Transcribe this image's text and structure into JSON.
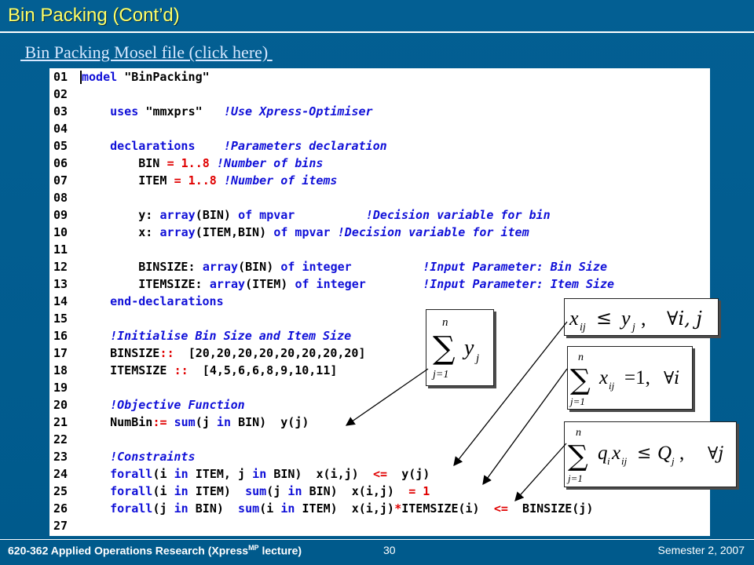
{
  "slide": {
    "title": "Bin Packing (Cont’d)",
    "link_text": " Bin Packing Mosel file (click here) "
  },
  "code": {
    "lines": [
      {
        "n": "01",
        "segs": [
          {
            "t": "model",
            "c": "kw"
          },
          {
            "t": " \"BinPacking\"",
            "c": "tx"
          }
        ]
      },
      {
        "n": "02",
        "segs": []
      },
      {
        "n": "03",
        "segs": [
          {
            "t": "    uses",
            "c": "kw"
          },
          {
            "t": " \"mmxprs\"",
            "c": "tx"
          },
          {
            "t": "   !Use Xpress-Optimiser",
            "c": "cm"
          }
        ]
      },
      {
        "n": "04",
        "segs": []
      },
      {
        "n": "05",
        "segs": [
          {
            "t": "    declarations",
            "c": "kw"
          },
          {
            "t": "    !Parameters declaration",
            "c": "cm"
          }
        ]
      },
      {
        "n": "06",
        "segs": [
          {
            "t": "        BIN",
            "c": "tx"
          },
          {
            "t": " = 1..8",
            "c": "op"
          },
          {
            "t": " !Number of bins",
            "c": "cm"
          }
        ]
      },
      {
        "n": "07",
        "segs": [
          {
            "t": "        ITEM",
            "c": "tx"
          },
          {
            "t": " = 1..8",
            "c": "op"
          },
          {
            "t": " !Number of items",
            "c": "cm"
          }
        ]
      },
      {
        "n": "08",
        "segs": []
      },
      {
        "n": "09",
        "segs": [
          {
            "t": "        y:",
            "c": "tx"
          },
          {
            "t": " array",
            "c": "kw"
          },
          {
            "t": "(BIN)",
            "c": "tx"
          },
          {
            "t": " of mpvar",
            "c": "kw"
          },
          {
            "t": "          !Decision variable for bin",
            "c": "cm"
          }
        ]
      },
      {
        "n": "10",
        "segs": [
          {
            "t": "        x:",
            "c": "tx"
          },
          {
            "t": " array",
            "c": "kw"
          },
          {
            "t": "(ITEM,BIN)",
            "c": "tx"
          },
          {
            "t": " of mpvar",
            "c": "kw"
          },
          {
            "t": " !Decision variable for item",
            "c": "cm"
          }
        ]
      },
      {
        "n": "11",
        "segs": []
      },
      {
        "n": "12",
        "segs": [
          {
            "t": "        BINSIZE:",
            "c": "tx"
          },
          {
            "t": " array",
            "c": "kw"
          },
          {
            "t": "(BIN)",
            "c": "tx"
          },
          {
            "t": " of integer",
            "c": "kw"
          },
          {
            "t": "          !Input Parameter: Bin Size",
            "c": "cm"
          }
        ]
      },
      {
        "n": "13",
        "segs": [
          {
            "t": "        ITEMSIZE:",
            "c": "tx"
          },
          {
            "t": " array",
            "c": "kw"
          },
          {
            "t": "(ITEM)",
            "c": "tx"
          },
          {
            "t": " of integer",
            "c": "kw"
          },
          {
            "t": "        !Input Parameter: Item Size",
            "c": "cm"
          }
        ]
      },
      {
        "n": "14",
        "segs": [
          {
            "t": "    end-declarations",
            "c": "kw"
          }
        ]
      },
      {
        "n": "15",
        "segs": []
      },
      {
        "n": "16",
        "segs": [
          {
            "t": "    !Initialise Bin Size and Item Size",
            "c": "cm"
          }
        ]
      },
      {
        "n": "17",
        "segs": [
          {
            "t": "    BINSIZE",
            "c": "tx"
          },
          {
            "t": "::",
            "c": "op"
          },
          {
            "t": "  [20,20,20,20,20,20,20,20]",
            "c": "tx"
          }
        ]
      },
      {
        "n": "18",
        "segs": [
          {
            "t": "    ITEMSIZE",
            "c": "tx"
          },
          {
            "t": " ::",
            "c": "op"
          },
          {
            "t": "  [4,5,6,6,8,9,10,11]",
            "c": "tx"
          }
        ]
      },
      {
        "n": "19",
        "segs": []
      },
      {
        "n": "20",
        "segs": [
          {
            "t": "    !Objective Function",
            "c": "cm"
          }
        ]
      },
      {
        "n": "21",
        "segs": [
          {
            "t": "    NumBin",
            "c": "tx"
          },
          {
            "t": ":=",
            "c": "op"
          },
          {
            "t": " sum",
            "c": "kw"
          },
          {
            "t": "(j",
            "c": "tx"
          },
          {
            "t": " in",
            "c": "kw"
          },
          {
            "t": " BIN)  y(j)",
            "c": "tx"
          }
        ]
      },
      {
        "n": "22",
        "segs": []
      },
      {
        "n": "23",
        "segs": [
          {
            "t": "    !Constraints",
            "c": "cm"
          }
        ]
      },
      {
        "n": "24",
        "segs": [
          {
            "t": "    forall",
            "c": "kw"
          },
          {
            "t": "(i",
            "c": "tx"
          },
          {
            "t": " in",
            "c": "kw"
          },
          {
            "t": " ITEM, j",
            "c": "tx"
          },
          {
            "t": " in",
            "c": "kw"
          },
          {
            "t": " BIN)  x(i,j)",
            "c": "tx"
          },
          {
            "t": "  <=",
            "c": "op"
          },
          {
            "t": "  y(j)",
            "c": "tx"
          }
        ]
      },
      {
        "n": "25",
        "segs": [
          {
            "t": "    forall",
            "c": "kw"
          },
          {
            "t": "(i",
            "c": "tx"
          },
          {
            "t": " in",
            "c": "kw"
          },
          {
            "t": " ITEM)",
            "c": "tx"
          },
          {
            "t": "  sum",
            "c": "kw"
          },
          {
            "t": "(j",
            "c": "tx"
          },
          {
            "t": " in",
            "c": "kw"
          },
          {
            "t": " BIN)  x(i,j)",
            "c": "tx"
          },
          {
            "t": "  = 1",
            "c": "op"
          }
        ]
      },
      {
        "n": "26",
        "segs": [
          {
            "t": "    forall",
            "c": "kw"
          },
          {
            "t": "(j",
            "c": "tx"
          },
          {
            "t": " in",
            "c": "kw"
          },
          {
            "t": " BIN)",
            "c": "tx"
          },
          {
            "t": "  sum",
            "c": "kw"
          },
          {
            "t": "(i",
            "c": "tx"
          },
          {
            "t": " in",
            "c": "kw"
          },
          {
            "t": " ITEM)  x(i,j)",
            "c": "tx"
          },
          {
            "t": "*",
            "c": "op"
          },
          {
            "t": "ITEMSIZE(i)",
            "c": "tx"
          },
          {
            "t": "  <=",
            "c": "op"
          },
          {
            "t": "  BINSIZE(j)",
            "c": "tx"
          }
        ]
      },
      {
        "n": "27",
        "segs": []
      }
    ]
  },
  "formulas": {
    "objective": {
      "sum_top": "n",
      "sum_bottom": "j=1",
      "sigma": "∑",
      "term": "y",
      "sub": "j"
    },
    "assign_le": {
      "x": "x",
      "xsub": "ij",
      "le": "≤",
      "y": "y",
      "ysub": "j",
      "comma": ",",
      "forall": "∀i, j"
    },
    "assign_eq": {
      "sum_top": "n",
      "sum_bottom": "j=1",
      "sigma": "∑",
      "x": "x",
      "xsub": "ij",
      "eq": "=1,",
      "forall": "∀i"
    },
    "capacity": {
      "sum_top": "n",
      "sum_bottom": "j=1",
      "sigma": "∑",
      "q": "q",
      "qsub": "i",
      "x": "x",
      "xsub": "ij",
      "le": "≤",
      "Q": "Q",
      "Qsub": "j",
      "comma": ",",
      "forall": "∀j"
    }
  },
  "footer": {
    "course": "620-362 Applied Operations Research (Xpress",
    "course_sup": "MP",
    "course_tail": " lecture)",
    "page": "30",
    "semester": "Semester 2, 2007"
  }
}
